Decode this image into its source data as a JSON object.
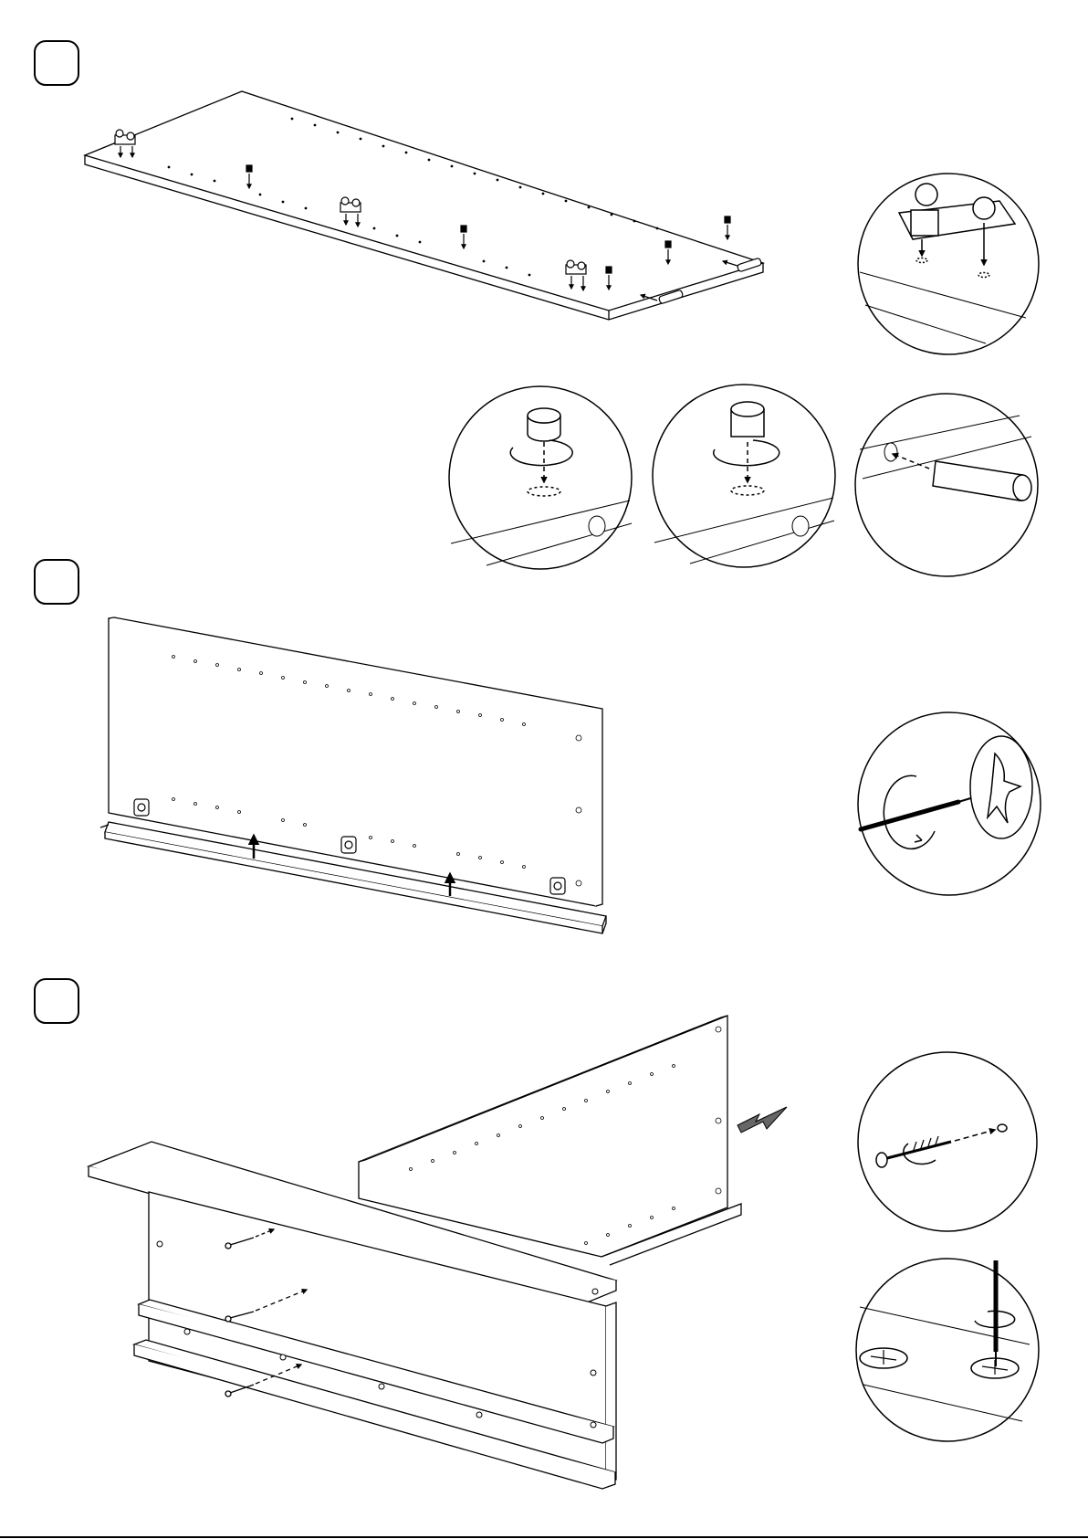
{
  "page": {
    "steps": [
      {
        "id": "step-1",
        "label": ""
      },
      {
        "id": "step-2",
        "label": ""
      },
      {
        "id": "step-3",
        "label": ""
      }
    ],
    "details": [
      {
        "id": "detail-shelf-support",
        "icon": "shelf-support-icon"
      },
      {
        "id": "detail-cam-lock-insert",
        "icon": "cam-lock-icon"
      },
      {
        "id": "detail-cam-lock-rotate",
        "icon": "cam-lock-icon"
      },
      {
        "id": "detail-dowel-insert",
        "icon": "dowel-icon"
      },
      {
        "id": "detail-screwdriver-turn",
        "icon": "screwdriver-icon"
      },
      {
        "id": "detail-bolt-insert",
        "icon": "bolt-icon"
      },
      {
        "id": "detail-cam-tighten",
        "icon": "screwdriver-icon"
      }
    ],
    "colors": {
      "ink": "#000000",
      "paper": "#ffffff",
      "arrow_fill": "#666666"
    }
  }
}
